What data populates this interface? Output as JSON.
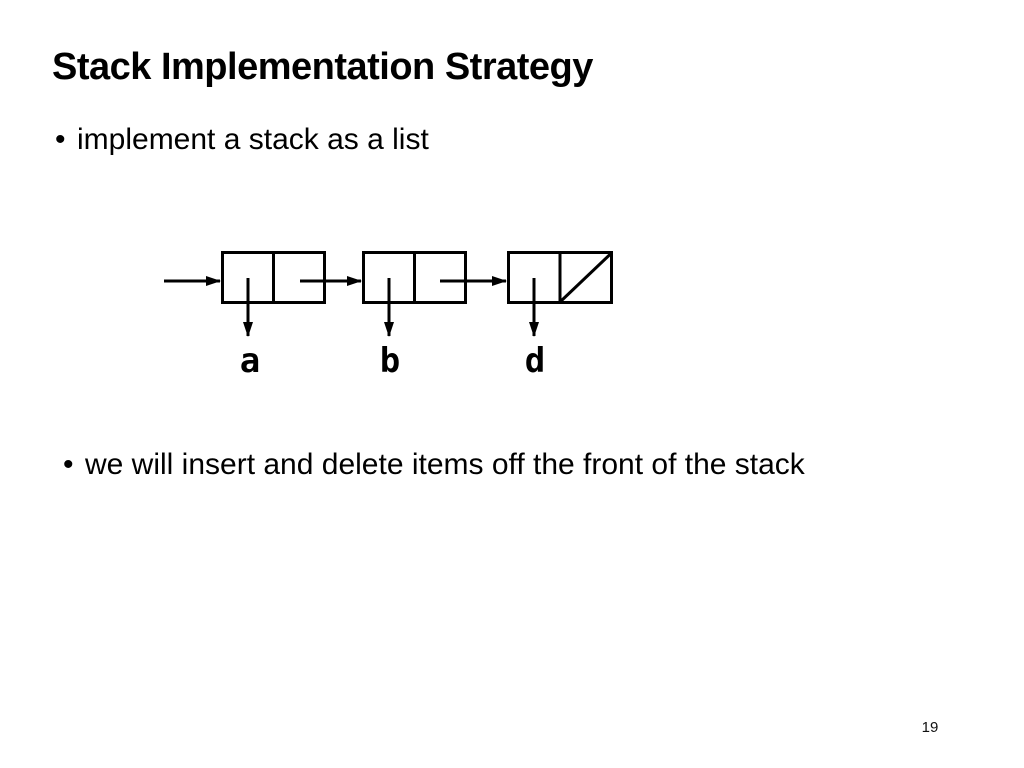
{
  "slide": {
    "title": "Stack Implementation Strategy",
    "bullets": [
      {
        "marker": "•",
        "text": "implement a stack as a list"
      },
      {
        "marker": "•",
        "text": "we will insert and delete items off the front of the stack"
      }
    ],
    "page_number": "19"
  },
  "diagram": {
    "type": "singly-linked-list",
    "head_pointer": true,
    "nodes": [
      {
        "label": "a"
      },
      {
        "label": "b"
      },
      {
        "label": "d",
        "next": "null (diagonal slash)"
      }
    ]
  },
  "colors": {
    "background": "#ffffff",
    "ink": "#000000"
  }
}
